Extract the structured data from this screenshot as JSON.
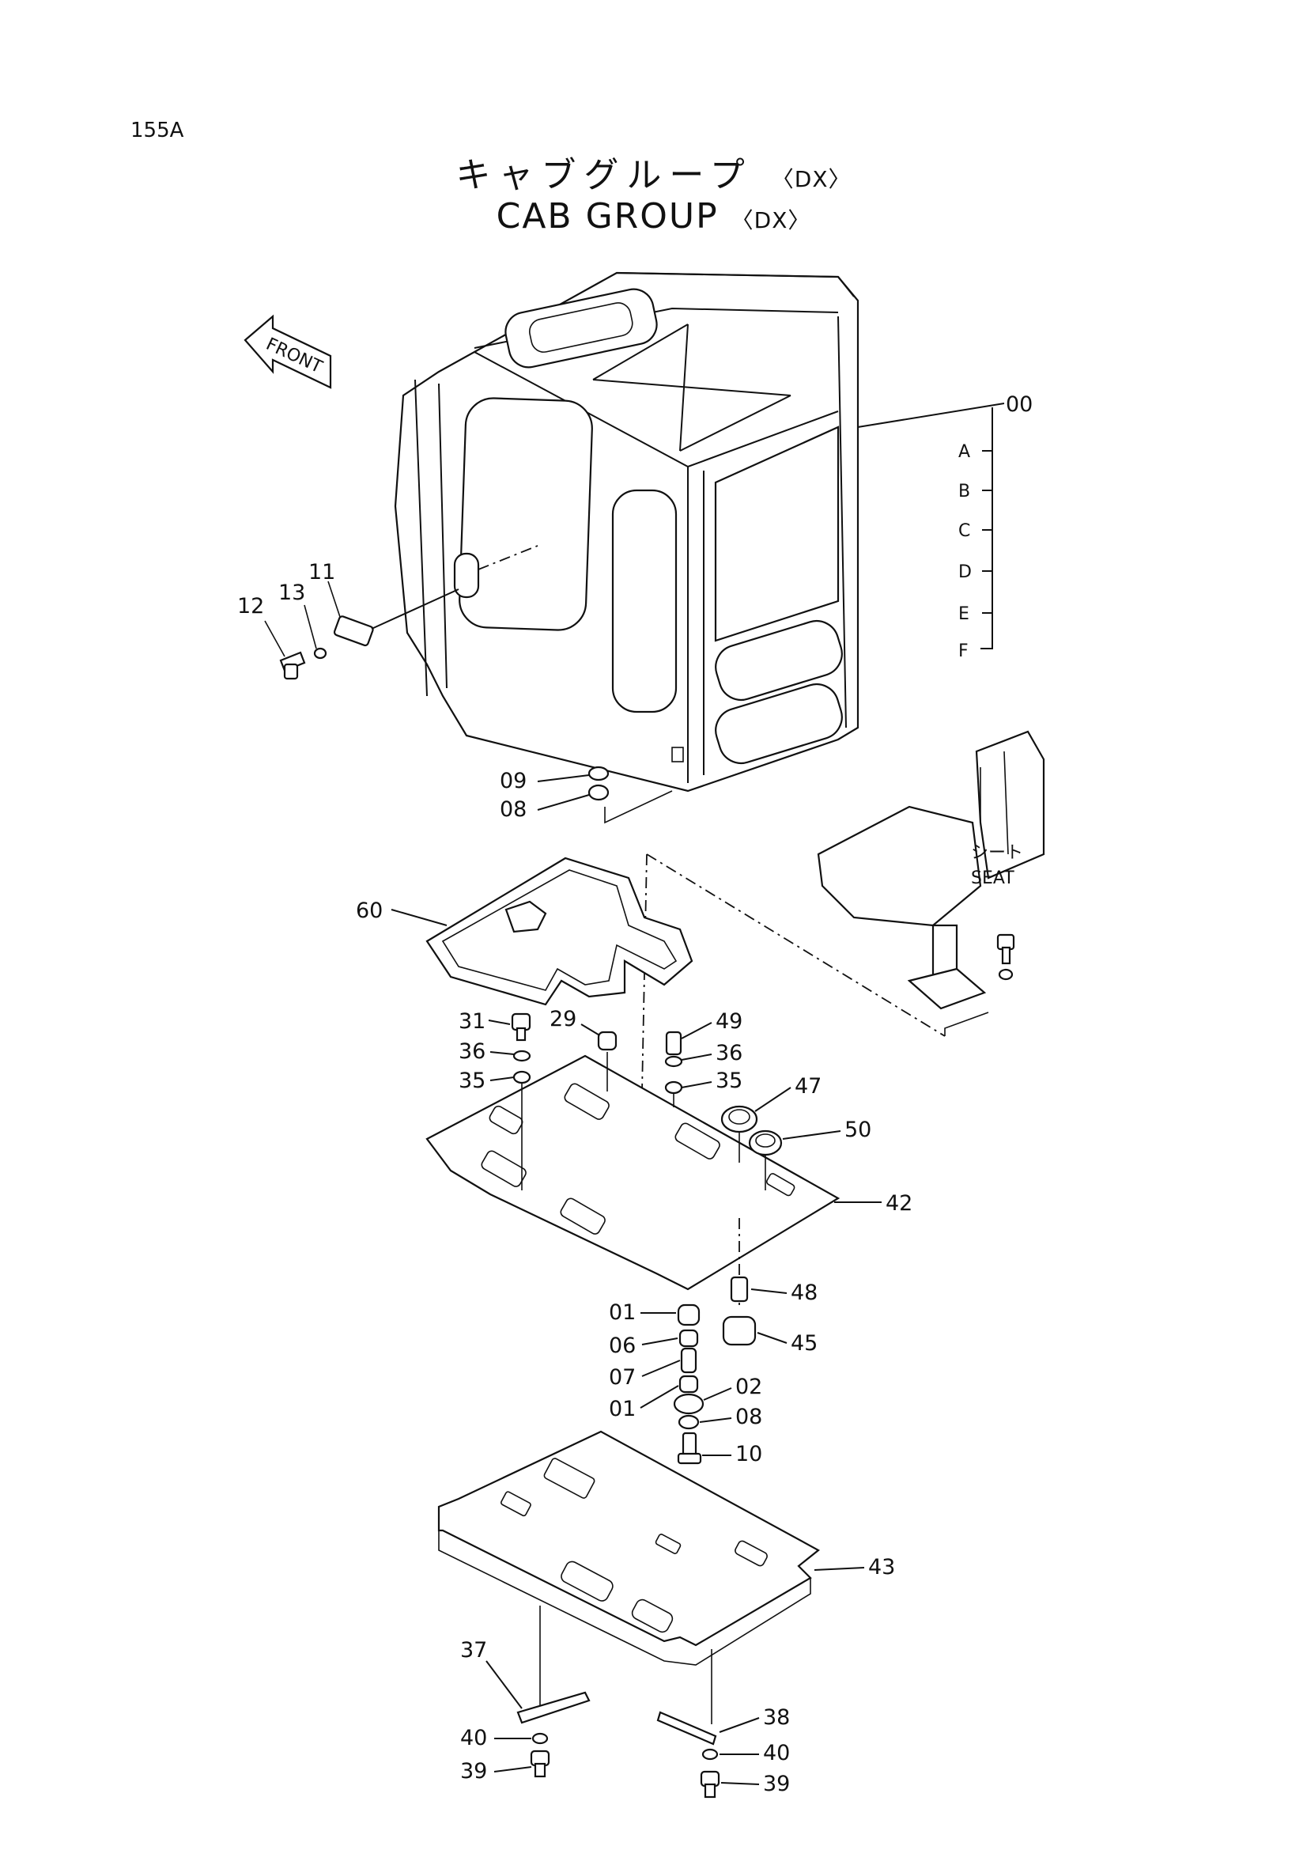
{
  "page_id": "155A",
  "title": {
    "japanese": "キャブグループ",
    "english": "CAB GROUP",
    "suffix": "〈DX〉"
  },
  "front_arrow_label": "FRONT",
  "seat_label": {
    "japanese": "シート",
    "english": "SEAT"
  },
  "cab_assembly": {
    "number": "00",
    "sub_items": [
      "A",
      "B",
      "C",
      "D",
      "E",
      "F"
    ]
  },
  "callouts": {
    "c11": "11",
    "c12": "12",
    "c13": "13",
    "c09": "09",
    "c08a": "08",
    "c60": "60",
    "c31": "31",
    "c29": "29",
    "c49": "49",
    "c36a": "36",
    "c36b": "36",
    "c35a": "35",
    "c35b": "35",
    "c47": "47",
    "c50": "50",
    "c42": "42",
    "c48": "48",
    "c01a": "01",
    "c45": "45",
    "c06": "06",
    "c07": "07",
    "c02": "02",
    "c01b": "01",
    "c08b": "08",
    "c10": "10",
    "c43": "43",
    "c37": "37",
    "c38": "38",
    "c40a": "40",
    "c40b": "40",
    "c39a": "39",
    "c39b": "39"
  }
}
